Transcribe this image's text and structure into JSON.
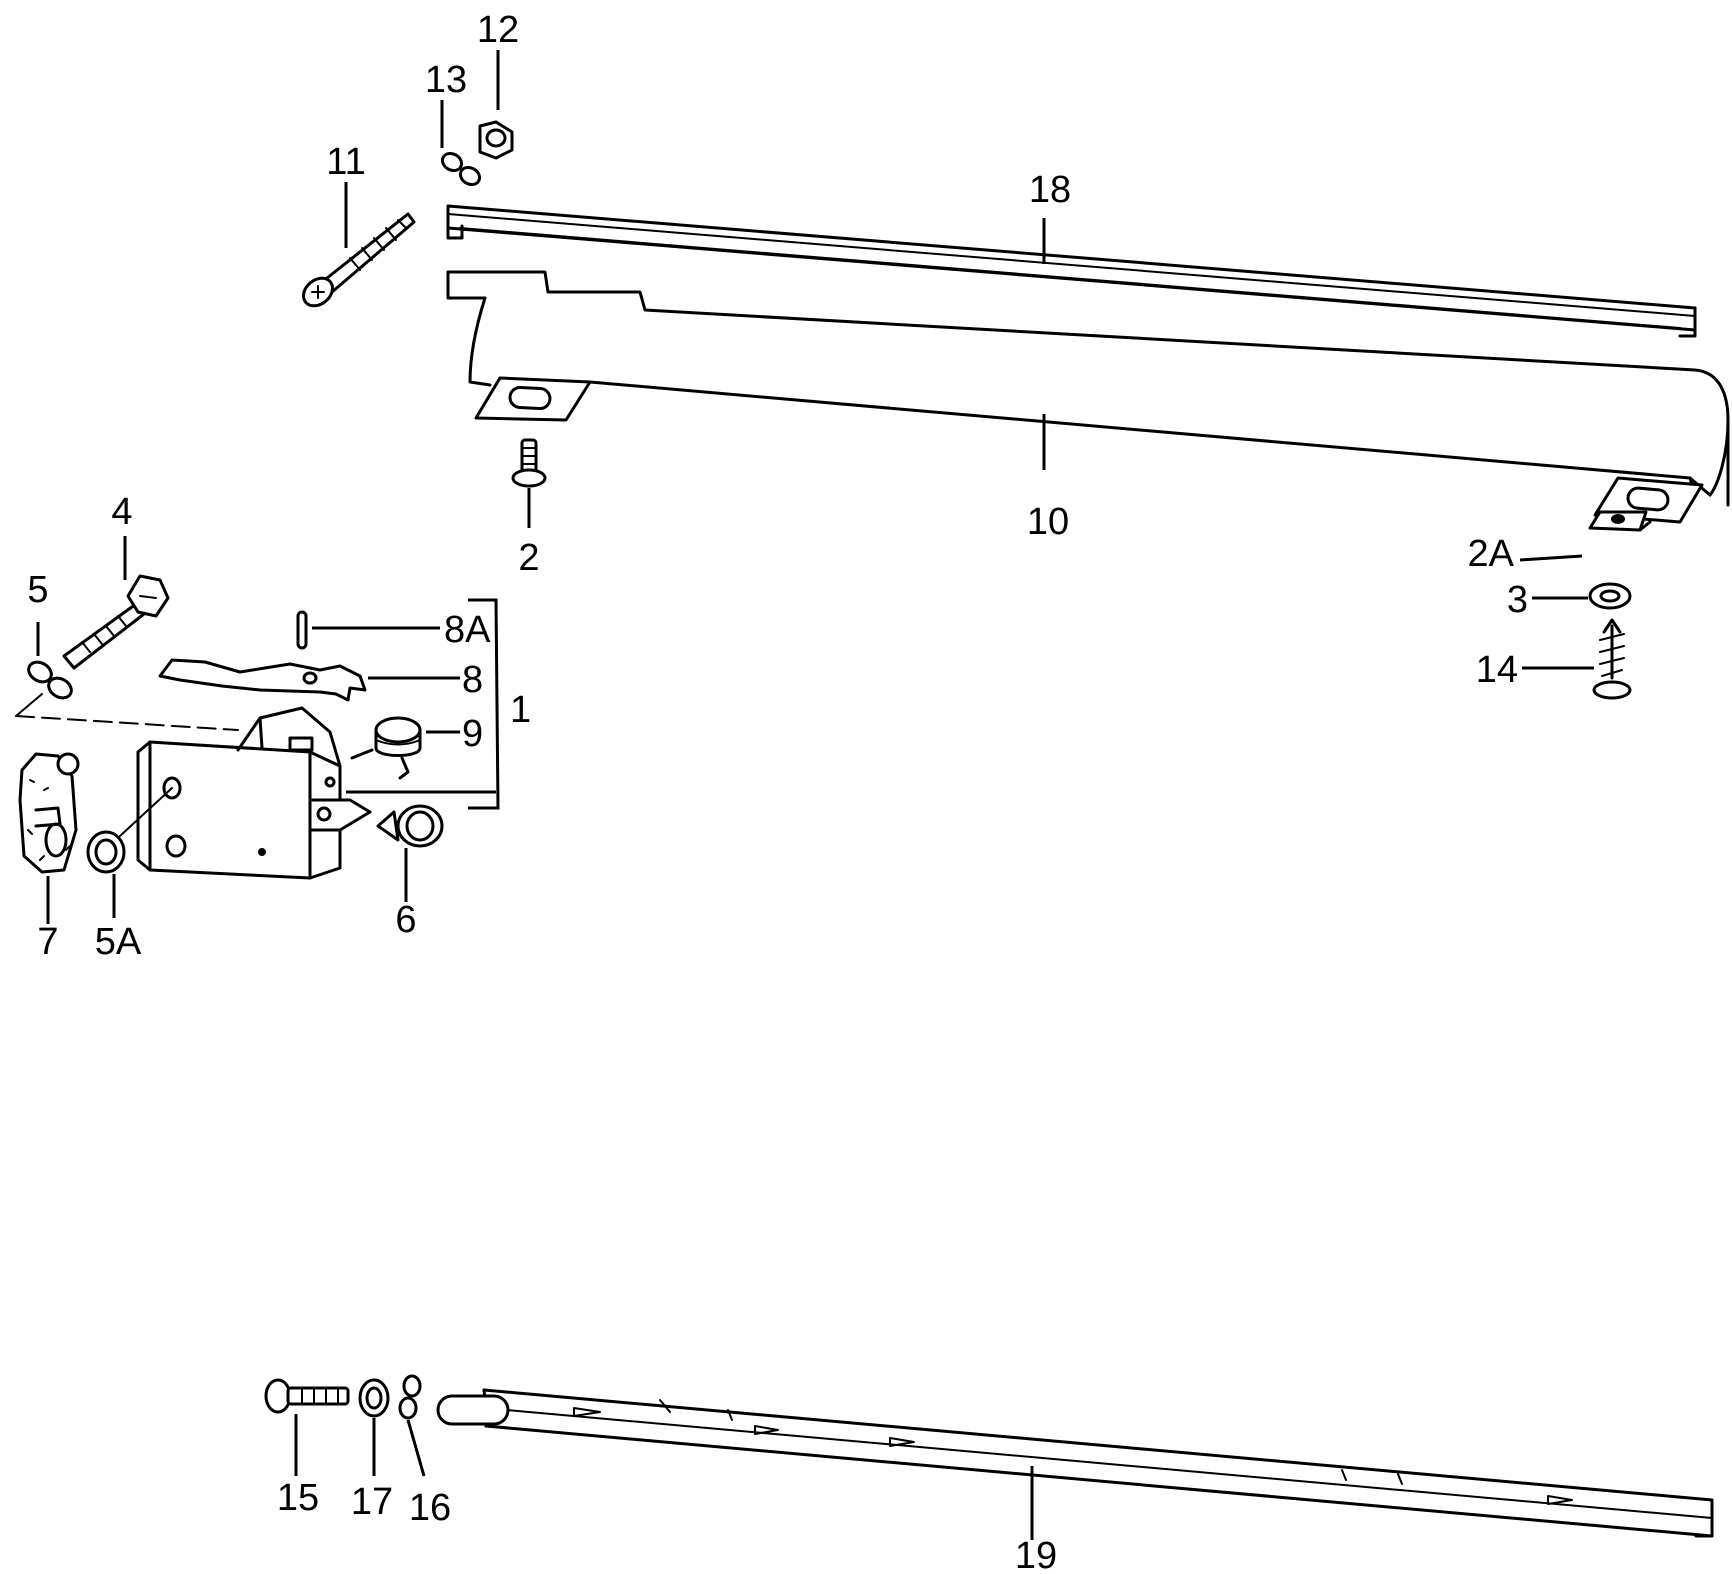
{
  "callouts": {
    "c1": "1",
    "c2": "2",
    "c2A": "2A",
    "c3": "3",
    "c4": "4",
    "c5": "5",
    "c5A": "5A",
    "c6": "6",
    "c7": "7",
    "c8": "8",
    "c8A": "8A",
    "c9": "9",
    "c10": "10",
    "c11": "11",
    "c12": "12",
    "c13": "13",
    "c14": "14",
    "c15": "15",
    "c16": "16",
    "c17": "17",
    "c18": "18",
    "c19": "19"
  }
}
